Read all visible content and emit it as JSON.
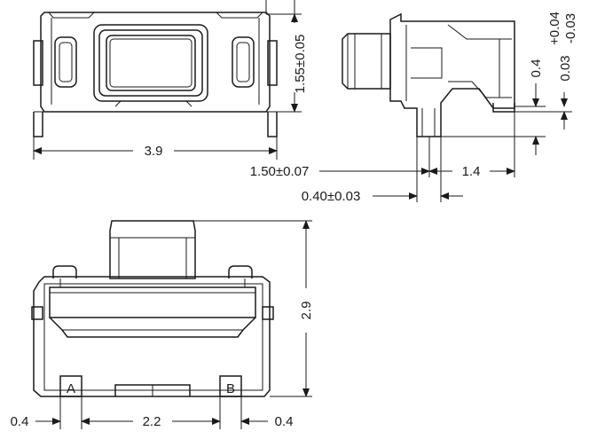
{
  "top_view": {
    "width_dim": "3.9",
    "height_dim": "1.55±0.05"
  },
  "side_view": {
    "dim_body": "1.50±0.07",
    "dim_pin": "1.4",
    "dim_lead": "0.40±0.03",
    "dim_standoff": "0.4",
    "dim_tol_base": "0.03",
    "dim_tol_plus": "+0.04",
    "dim_tol_minus": "-0.03"
  },
  "front_view": {
    "height_dim": "2.9",
    "pitch_dim": "2.2",
    "left_margin_dim": "0.4",
    "right_margin_dim": "0.4",
    "terminal_a": "A",
    "terminal_b": "B"
  }
}
